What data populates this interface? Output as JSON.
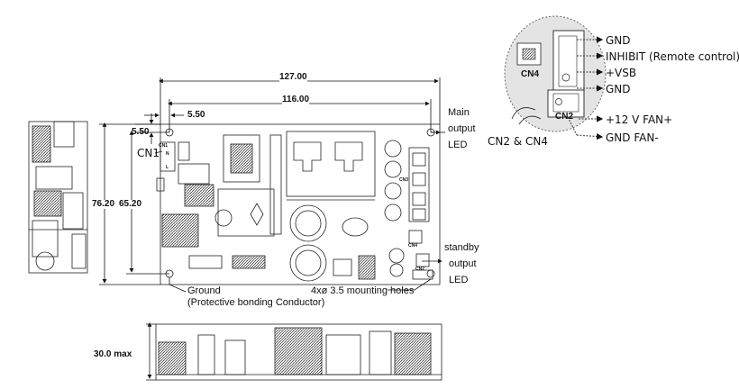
{
  "dimensions": {
    "overall_length": "127.00",
    "hole_spacing_length": "116.00",
    "hole_offset_x": "5.50",
    "hole_offset_y": "5.50",
    "overall_width": "76.20",
    "hole_spacing_width": "65.20",
    "height_max": "30.0 max"
  },
  "callouts": {
    "cn1": "CN1",
    "main_led_line1": "Main",
    "main_led_line2": "output",
    "main_led_line3": "LED",
    "standby_led_line1": "standby",
    "standby_led_line2": "output",
    "standby_led_line3": "LED",
    "ground_line1": "Ground",
    "ground_line2": "(Protective bonding Conductor)",
    "mounting_holes": "4xø 3.5 mounting holes"
  },
  "board_labels": {
    "cn1": "CN1",
    "n": "N",
    "l": "L",
    "cn3": "CN3",
    "cn4": "CN4",
    "cn2": "CN2"
  },
  "detail": {
    "cn4_label": "CN4",
    "cn2_label": "CN2",
    "caption": "CN2 & CN4",
    "pins": [
      "GND",
      "INHIBIT (Remote control)",
      "+VSB",
      "GND",
      "+12 V FAN+",
      "GND FAN-"
    ]
  },
  "colors": {
    "line": "#111111",
    "ellipse_fill": "#e4e4e4",
    "ellipse_stroke": "#666666",
    "arrow": "#555555"
  }
}
